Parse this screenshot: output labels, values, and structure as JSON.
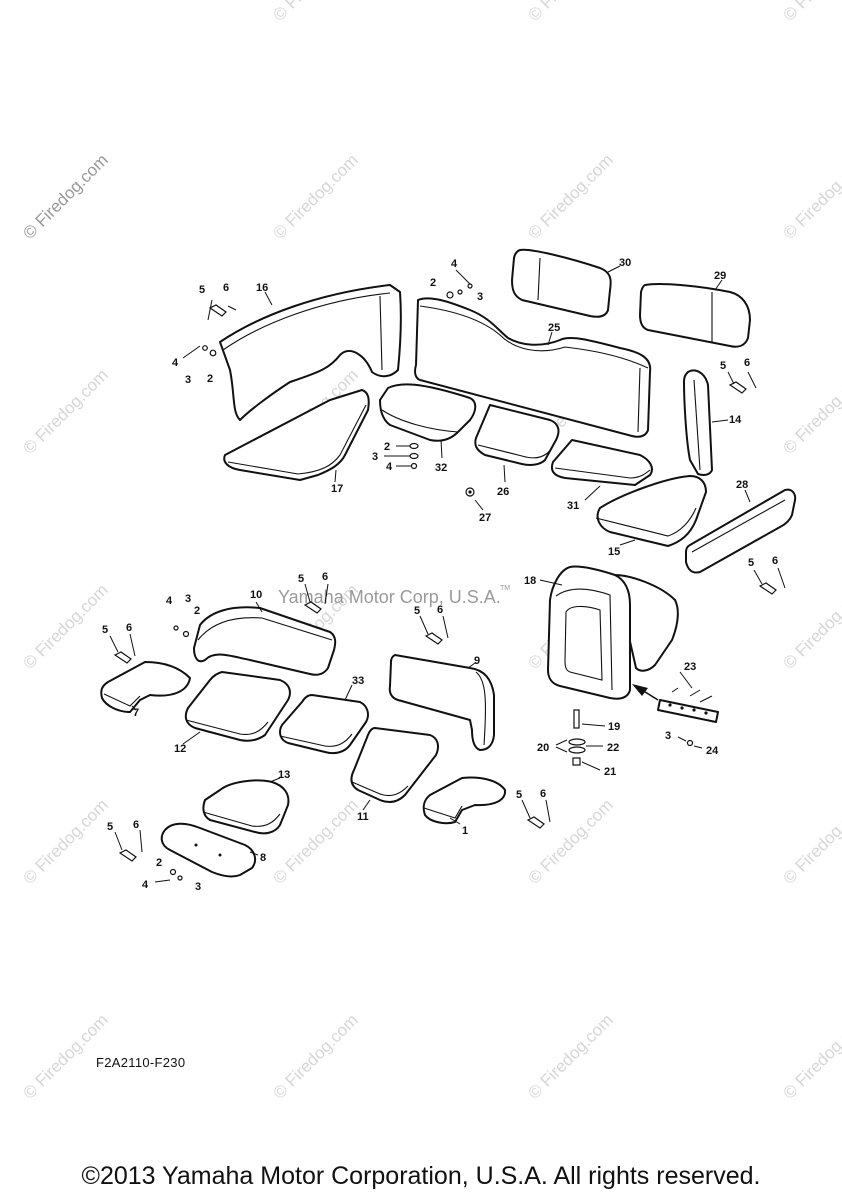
{
  "watermark": "© Firedog.com",
  "center_watermark": "Yamaha Motor Corp, U.S.A.",
  "center_watermark_mark": "TM",
  "diagram_code": "F2A2110-F230",
  "copyright": "©2013 Yamaha Motor Corporation, U.S.A. All rights reserved.",
  "parts": {
    "p1": "1",
    "p2": "2",
    "p3": "3",
    "p4": "4",
    "p5": "5",
    "p6": "6",
    "p7": "7",
    "p8": "8",
    "p9": "9",
    "p10": "10",
    "p11": "11",
    "p12": "12",
    "p13": "13",
    "p14": "14",
    "p15": "15",
    "p16": "16",
    "p17": "17",
    "p18": "18",
    "p19": "19",
    "p20": "20",
    "p21": "21",
    "p22": "22",
    "p23": "23",
    "p24": "24",
    "p25": "25",
    "p26": "26",
    "p27": "27",
    "p28": "28",
    "p29": "29",
    "p30": "30",
    "p31": "31",
    "p32": "32",
    "p33": "33"
  }
}
